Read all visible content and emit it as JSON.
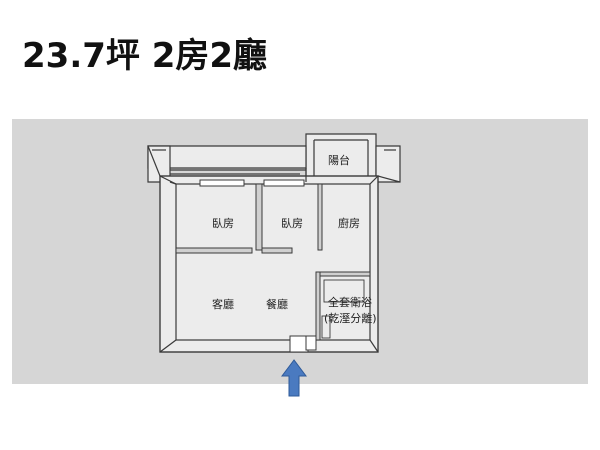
{
  "title": "23.7坪 2房2廳",
  "rooms": {
    "bedroom_1": "臥房",
    "bedroom_2": "臥房",
    "kitchen": "廚房",
    "balcony": "陽台",
    "living_room": "客廳",
    "dining_room": "餐廳",
    "bathroom_line1": "全套衛浴",
    "bathroom_line2": "(乾溼分離)"
  },
  "colors": {
    "panel": "#d6d6d6",
    "wall": "#3a3a3a",
    "floor": "#ececec",
    "entry_arrow": "#4a7ac0"
  },
  "icons": {
    "entry": "arrow-up-icon"
  }
}
